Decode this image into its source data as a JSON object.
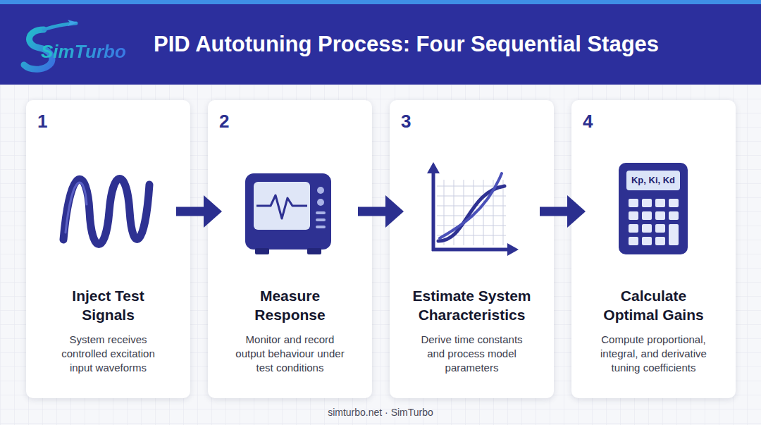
{
  "diagram": {
    "title": "PID Autotuning Process: Four Sequential Stages",
    "nodes": [
      {
        "text": [
          "1",
          "Inject Test Signals",
          "System receives controlled excitation input waveforms"
        ]
      },
      {
        "text": [
          "2",
          "Measure Response",
          "Monitor and record output behaviour under test conditions"
        ]
      },
      {
        "text": [
          "3",
          "Estimate System Characteristics",
          "Derive time constants and process model parameters"
        ]
      },
      {
        "text": [
          "4",
          "Calculate Optimal Gains",
          "Compute proportional, integral, and derivative tuning coefficients"
        ]
      }
    ],
    "edges": [
      {
        "from": 0,
        "to": 1,
        "arrow": "to"
      },
      {
        "from": 1,
        "to": 2,
        "arrow": "to"
      },
      {
        "from": 2,
        "to": 3,
        "arrow": "to"
      }
    ],
    "labels": [
      "SimTurbo",
      "Kp, Ki, Kd",
      "simturbo.net · SimTurbo"
    ]
  }
}
